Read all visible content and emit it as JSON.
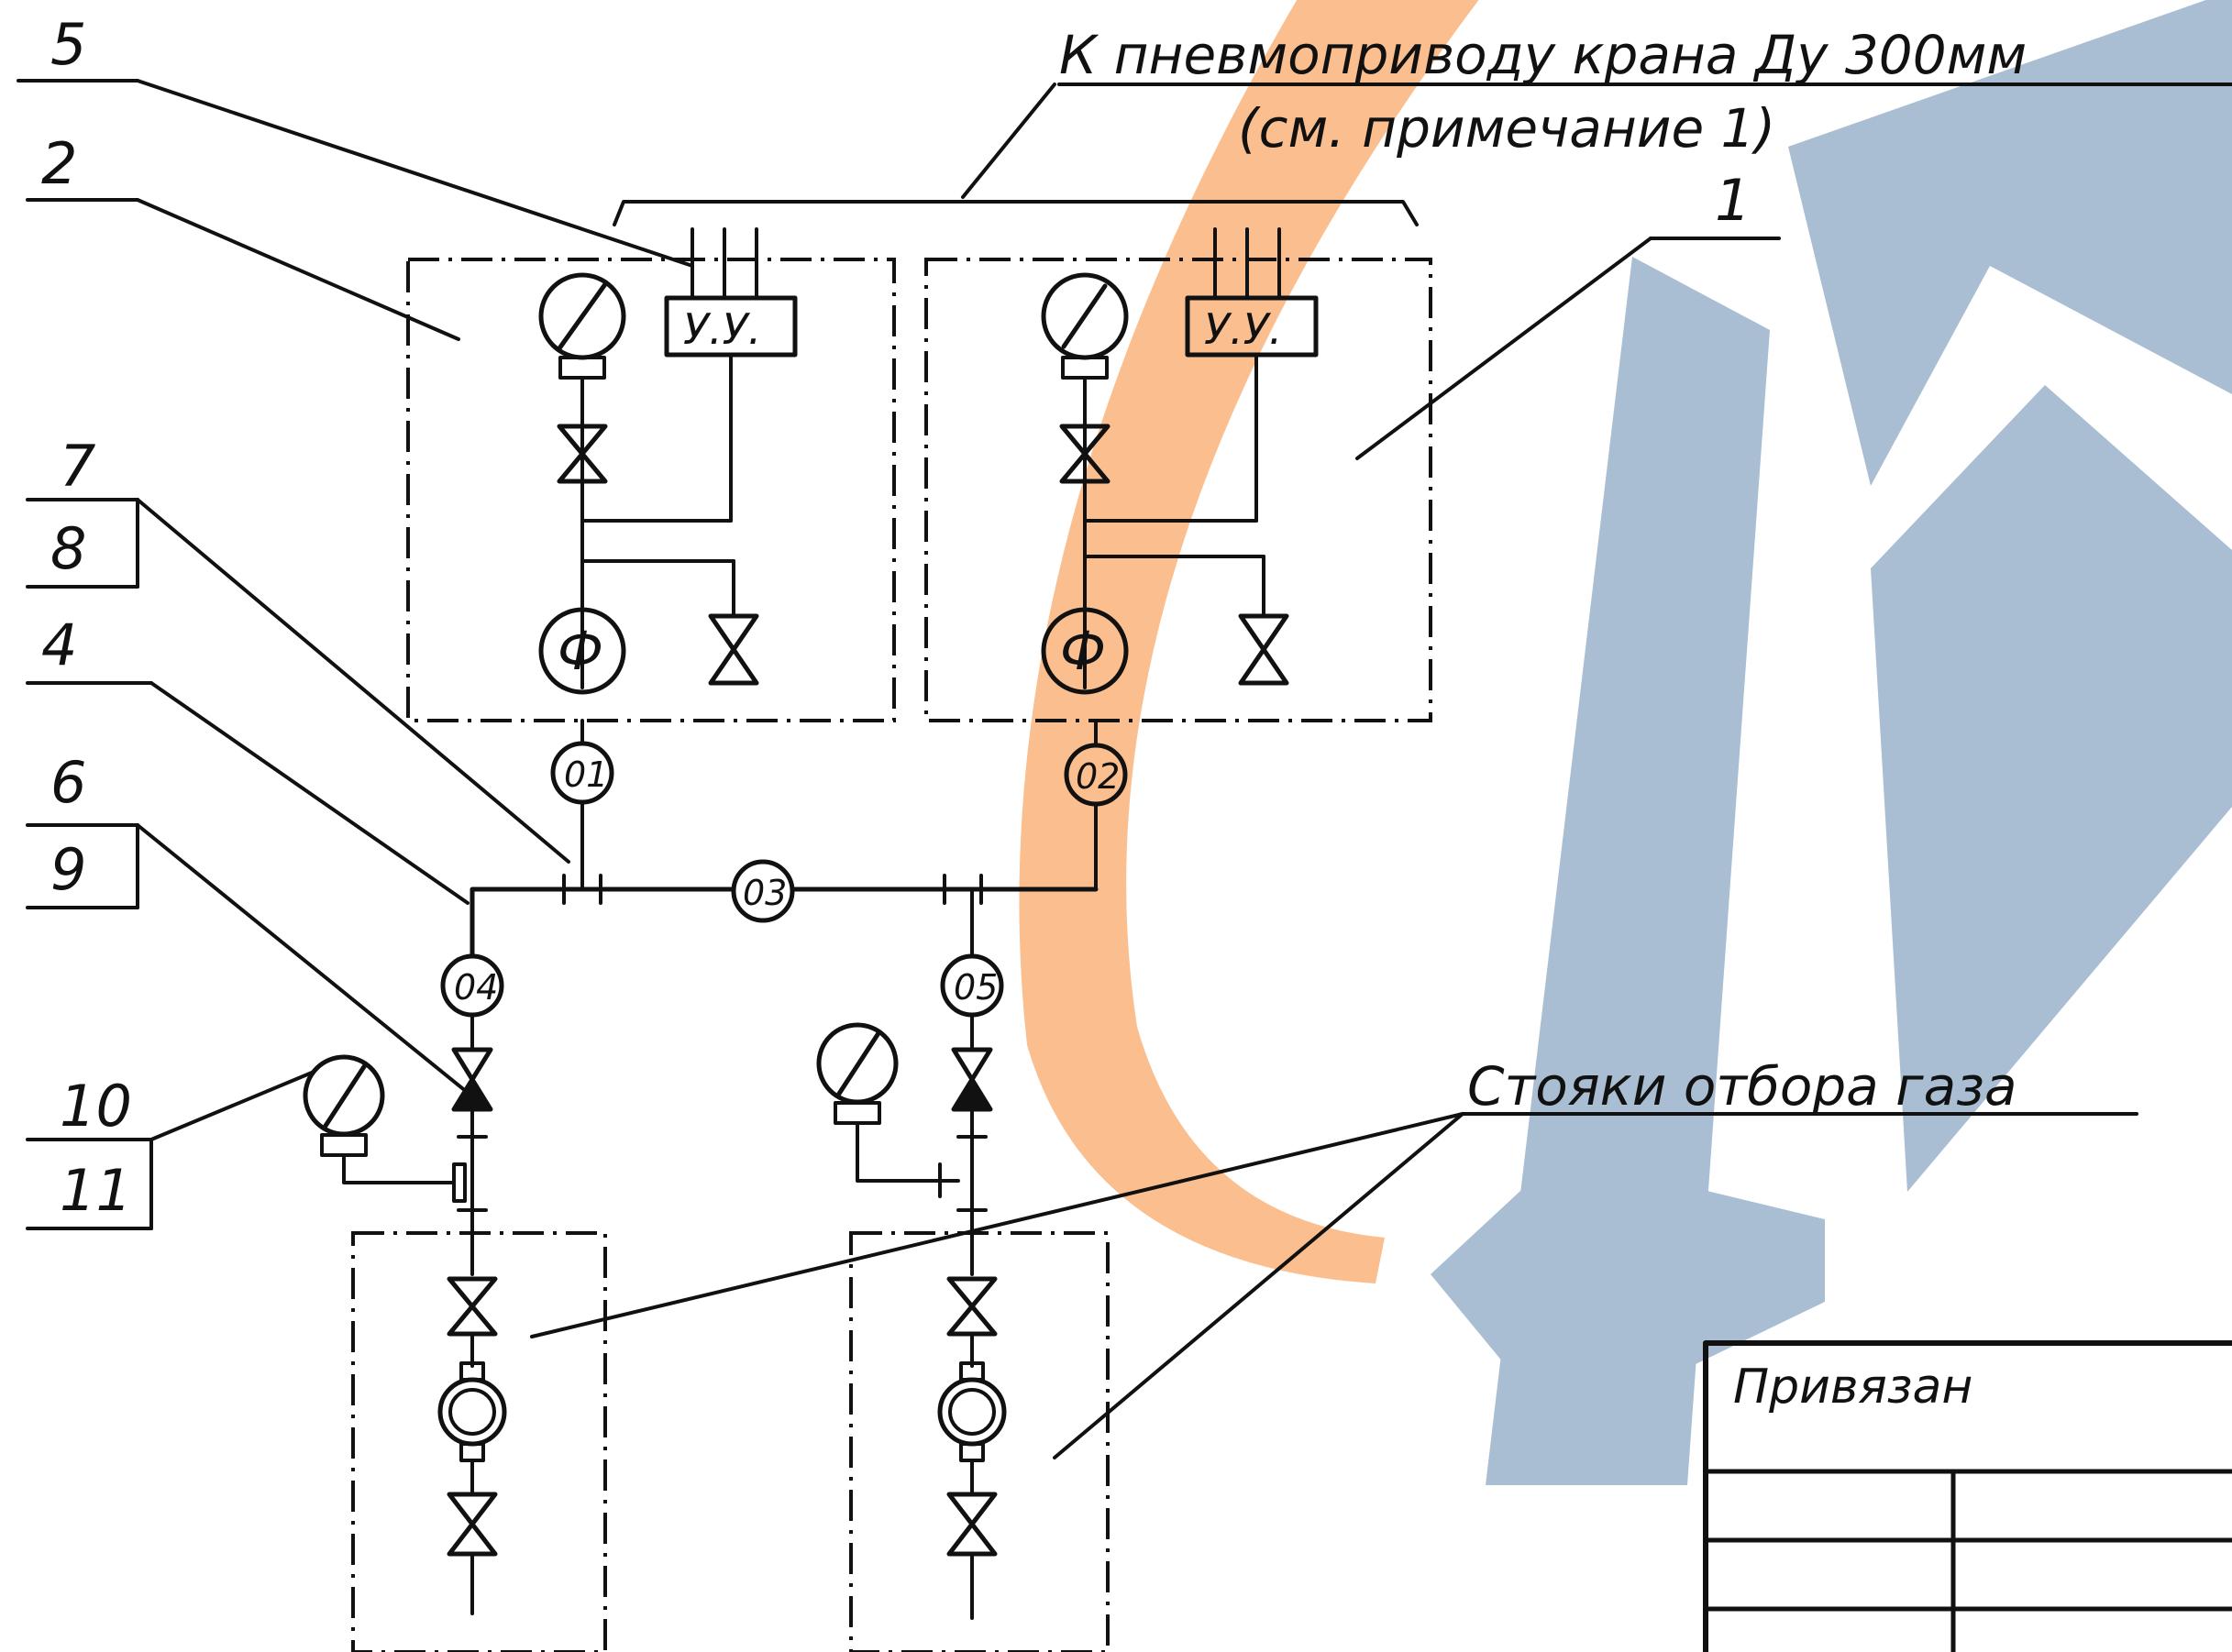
{
  "header": {
    "line1": "К пневмоприводу крана Ду 300мм",
    "line2": "(см. примечание 1)"
  },
  "callouts": {
    "c1": "1",
    "c2": "2",
    "c4": "4",
    "c5": "5",
    "c6": "6",
    "c7": "7",
    "c8": "8",
    "c9": "9",
    "c10": "10",
    "c11": "11"
  },
  "unit_label": "У.У.",
  "filter_symbol": "Ф",
  "tags": {
    "t01": "01",
    "t02": "02",
    "t03": "03",
    "t04": "04",
    "t05": "05"
  },
  "stand_label": "Стояки отбора газа",
  "stamp": {
    "title": "Привязан"
  },
  "watermark_colors": {
    "blue": "#a9bdd3",
    "orange": "#fbbf8f"
  }
}
